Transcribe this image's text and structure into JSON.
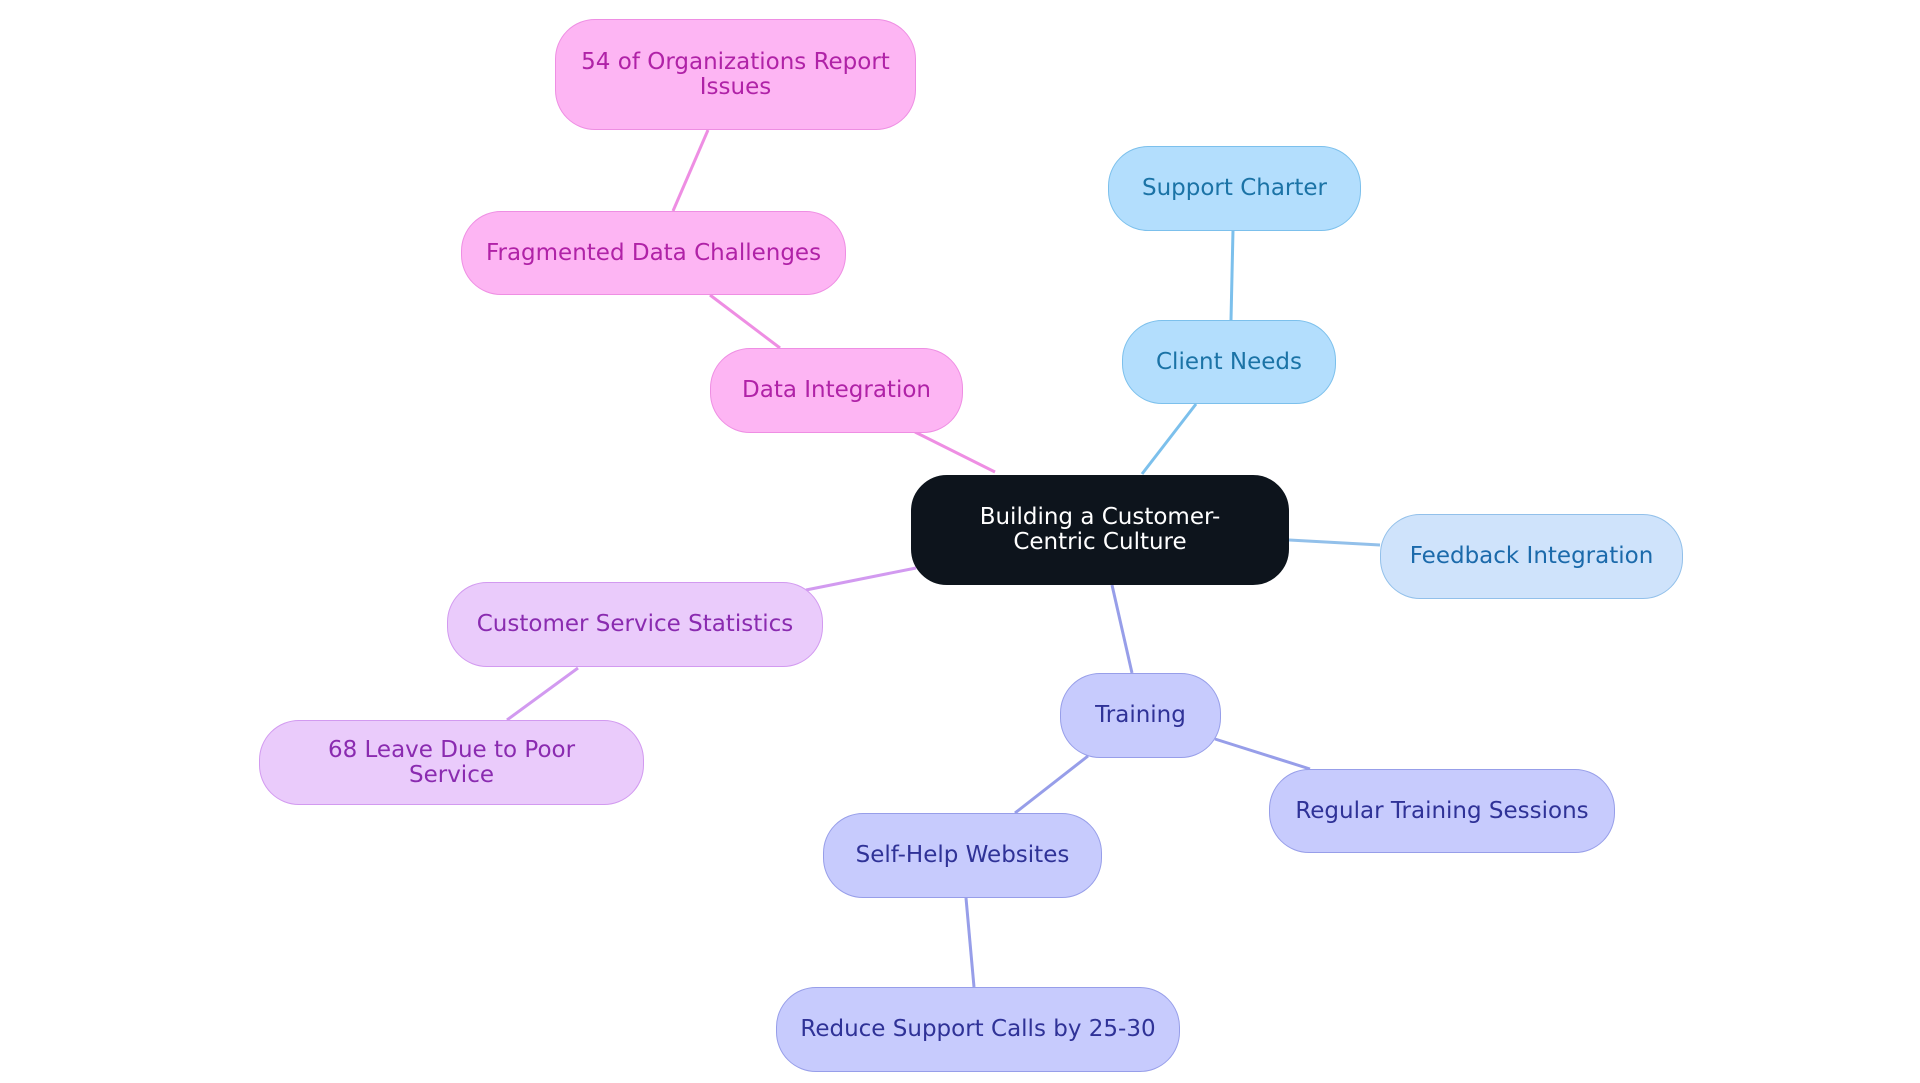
{
  "mindmap": {
    "root": "Building a Customer-Centric Culture",
    "nodes": {
      "org_report": "54 of Organizations Report Issues",
      "fragmented": "Fragmented Data Challenges",
      "data_integration": "Data Integration",
      "support_charter": "Support Charter",
      "client_needs": "Client Needs",
      "feedback": "Feedback Integration",
      "cs_stats": "Customer Service Statistics",
      "leave_68": "68 Leave Due to Poor Service",
      "training": "Training",
      "regular_training": "Regular Training Sessions",
      "self_help": "Self-Help Websites",
      "reduce_calls": "Reduce Support Calls by 25-30"
    },
    "edges": [
      [
        "root",
        "data_integration"
      ],
      [
        "data_integration",
        "fragmented"
      ],
      [
        "fragmented",
        "org_report"
      ],
      [
        "root",
        "client_needs"
      ],
      [
        "client_needs",
        "support_charter"
      ],
      [
        "root",
        "feedback"
      ],
      [
        "root",
        "cs_stats"
      ],
      [
        "cs_stats",
        "leave_68"
      ],
      [
        "root",
        "training"
      ],
      [
        "training",
        "regular_training"
      ],
      [
        "training",
        "self_help"
      ],
      [
        "self_help",
        "reduce_calls"
      ]
    ],
    "colors": {
      "root_fill": "#0d141c",
      "pink_branch": "#fdb5f3",
      "blue_branch": "#b3defd",
      "feedback_fill": "#cfe3fb",
      "purple_branch": "#eacbfb",
      "indigo_branch": "#c7cbfd"
    }
  }
}
